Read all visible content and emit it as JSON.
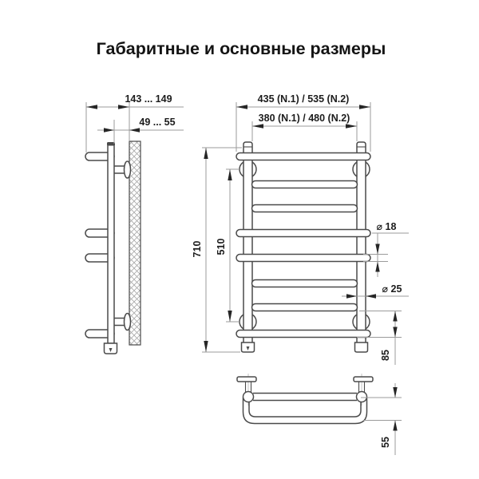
{
  "title": "Габаритные и основные размеры",
  "colors": {
    "background": "#ffffff",
    "object_line": "#4a4a4a",
    "dimension_line": "#9b9b9b",
    "text": "#1c1c1c"
  },
  "side_view": {
    "dim_depth_total": "143 ... 149",
    "dim_wall_gap": "49 ... 55"
  },
  "front_view": {
    "dim_width_overall": "435 (N.1) / 535 (N.2)",
    "dim_width_connection": "380 (N.1) / 480 (N.2)",
    "dim_height_overall": "710",
    "dim_height_connection": "510",
    "dim_rung_diameter": "⌀ 18",
    "dim_post_diameter": "⌀ 25",
    "dim_bottom_rung_spacing": "85"
  },
  "top_view": {
    "dim_rung_depth": "55"
  }
}
